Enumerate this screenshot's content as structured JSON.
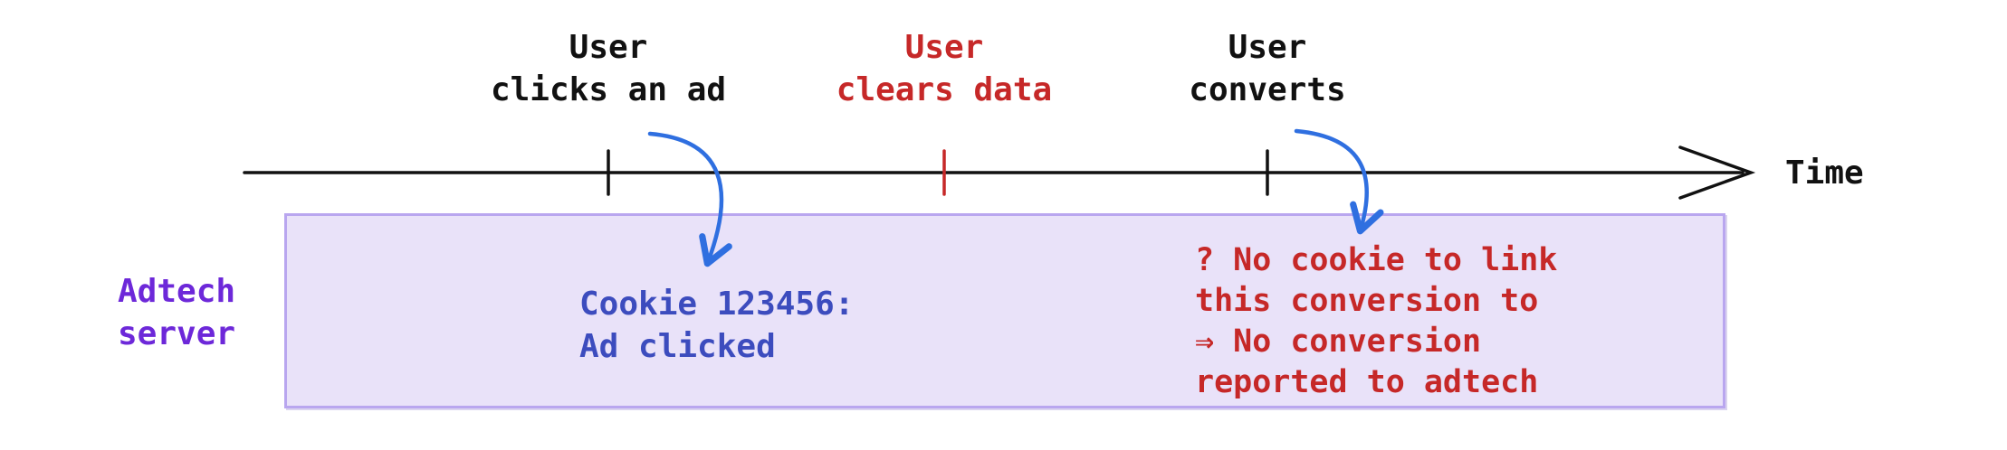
{
  "timeline": {
    "axis_label": "Time",
    "events": [
      {
        "label": "User\nclicks an ad",
        "color": "black"
      },
      {
        "label": "User\nclears data",
        "color": "red"
      },
      {
        "label": "User\nconverts",
        "color": "black"
      }
    ]
  },
  "server_lane": {
    "label": "Adtech\nserver",
    "cookie_note": "Cookie 123456:\nAd clicked",
    "failure_note": "? No cookie to link\nthis conversion to\n⇒ No conversion\nreported to adtech"
  },
  "colors": {
    "event_black": "#111111",
    "event_red": "#c62828",
    "server_purple": "#6d28d9",
    "cookie_blue": "#3c4cbe",
    "arrow_blue": "#2f6fe0",
    "box_fill": "#e9e2f9",
    "box_border": "#b9a6ef",
    "bg": "#ffffff"
  }
}
